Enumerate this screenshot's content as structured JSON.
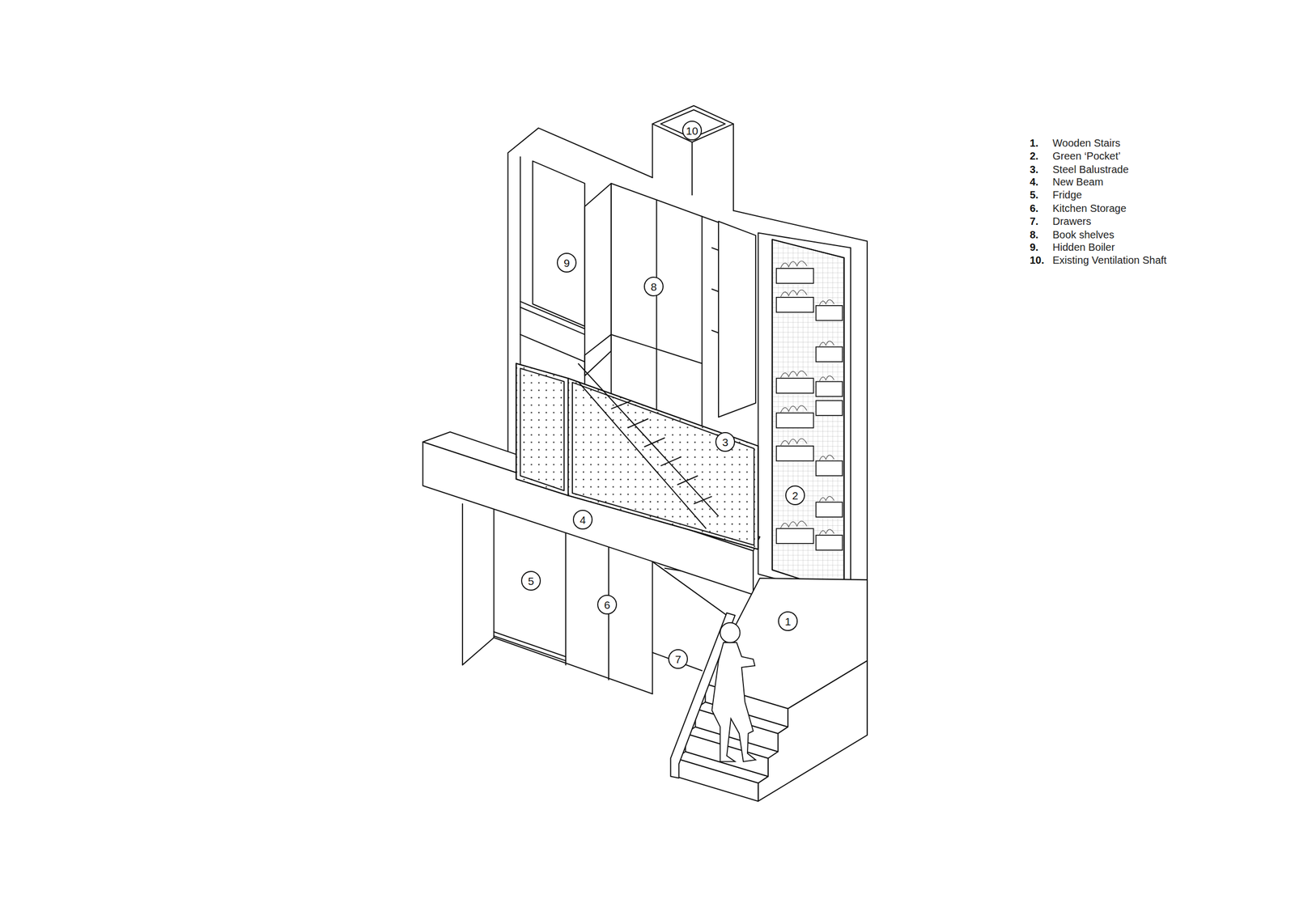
{
  "diagram": {
    "nodes": [
      {
        "text": [
          "10"
        ]
      },
      {
        "text": [
          "9"
        ]
      },
      {
        "text": [
          "8"
        ]
      },
      {
        "text": [
          "3"
        ]
      },
      {
        "text": [
          "2"
        ]
      },
      {
        "text": [
          "4"
        ]
      },
      {
        "text": [
          "5"
        ]
      },
      {
        "text": [
          "6"
        ]
      },
      {
        "text": [
          "1"
        ]
      },
      {
        "text": [
          "7"
        ]
      }
    ],
    "labels": [
      "1.",
      "Wooden Stairs",
      "2.",
      "Green ‘Pocket’",
      "3.",
      "Steel Balustrade",
      "4.",
      "New Beam",
      "5.",
      "Fridge",
      "6.",
      "Kitchen Storage",
      "7.",
      "Drawers",
      "8.",
      "Book shelves",
      "9.",
      "Hidden Boiler",
      "10.",
      "Existing Ventilation Shaft"
    ]
  }
}
